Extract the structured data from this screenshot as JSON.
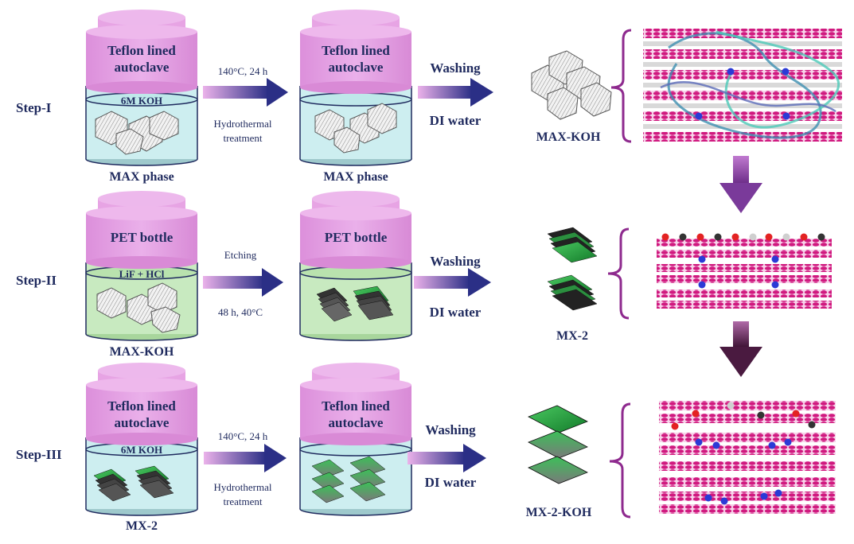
{
  "steps": {
    "step1": "Step-I",
    "step2": "Step-II",
    "step3": "Step-III"
  },
  "row1": {
    "vessel1_lid": [
      "Teflon lined",
      "autoclave"
    ],
    "vessel1_solution": "6M KOH",
    "vessel1_caption": "MAX phase",
    "arrow_top": "140°C, 24 h",
    "arrow_bottom": [
      "Hydrothermal",
      "treatment"
    ],
    "vessel2_lid": [
      "Teflon lined",
      "autoclave"
    ],
    "vessel2_caption": "MAX phase",
    "wash_top": "Washing",
    "wash_bottom": "DI water",
    "product": "MAX-KOH"
  },
  "row2": {
    "vessel1_lid": "PET bottle",
    "vessel1_solution": "LiF + HCl",
    "vessel1_caption": "MAX-KOH",
    "arrow_top": "Etching",
    "arrow_bottom": "48 h, 40°C",
    "vessel2_lid": "PET bottle",
    "wash_top": "Washing",
    "wash_bottom": "DI water",
    "product": "MX-2"
  },
  "row3": {
    "vessel1_lid": [
      "Teflon lined",
      "autoclave"
    ],
    "vessel1_solution": "6M KOH",
    "vessel1_caption": "MX-2",
    "arrow_top": "140°C, 24 h",
    "arrow_bottom": [
      "Hydrothermal",
      "treatment"
    ],
    "vessel2_lid": [
      "Teflon lined",
      "autoclave"
    ],
    "wash_top": "Washing",
    "wash_bottom": "DI water",
    "product": "MX-2-KOH"
  },
  "colors": {
    "lid": "#e7a4e4",
    "lid_top": "#d98ad6",
    "autoclave_liquid": "#cdeef0",
    "pet_liquid": "#c8eac0",
    "arrow_start": "#e6a8e6",
    "arrow_end": "#2b2f86",
    "text": "#1f2a5e",
    "layer": "#d0197f",
    "bracket": "#8e2a8e",
    "flake": "#2fa84a"
  }
}
